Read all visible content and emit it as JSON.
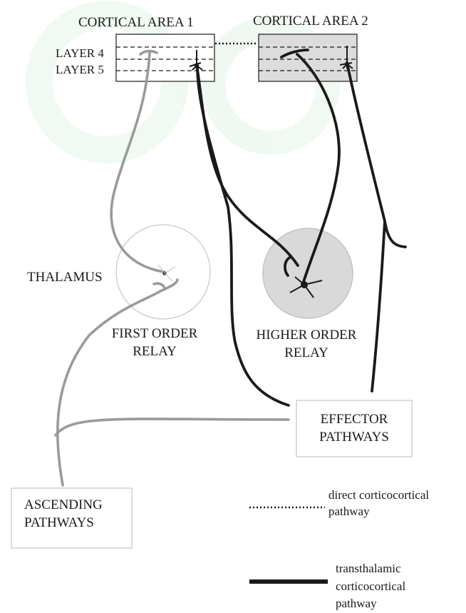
{
  "cortex": {
    "area1_title": "CORTICAL AREA 1",
    "area2_title": "CORTICAL AREA 2",
    "layer4_label": "LAYER 4",
    "layer5_label": "LAYER 5"
  },
  "thalamus": {
    "label": "THALAMUS",
    "first_order": [
      "FIRST ORDER",
      "RELAY"
    ],
    "higher_order": [
      "HIGHER ORDER",
      "RELAY"
    ]
  },
  "boxes": {
    "effector": [
      "EFFECTOR",
      "PATHWAYS"
    ],
    "ascending": [
      "ASCENDING",
      "PATHWAYS"
    ]
  },
  "legend": {
    "direct": [
      "direct corticocortical",
      "pathway"
    ],
    "transthalamic": [
      "transthalamic",
      "corticocortical",
      "pathway"
    ]
  },
  "colors": {
    "ink": "#1a1a1a",
    "gray_pathway": "#9a9a9a",
    "area2_fill": "#dcdcdc",
    "higher_order_fill": "#d9d9d9",
    "first_order_fill": "#ffffff",
    "watermark": "#e6f6ea"
  }
}
